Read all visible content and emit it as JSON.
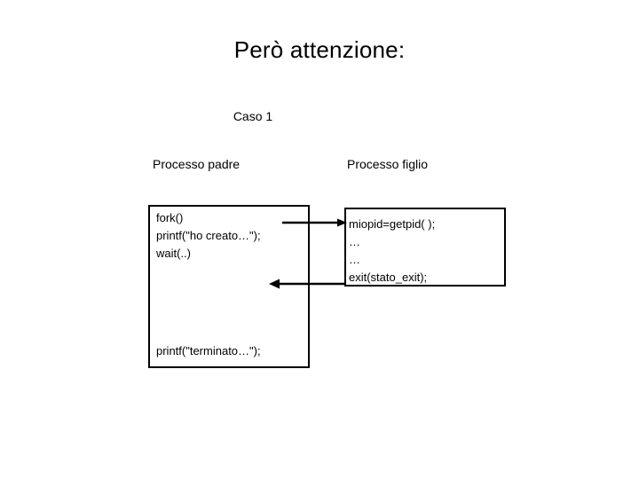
{
  "slide": {
    "title": "Però attenzione:",
    "case_label": "Caso 1",
    "background_color": "#ffffff",
    "text_color": "#000000"
  },
  "columns": {
    "parent_header": "Processo padre",
    "child_header": "Processo figlio"
  },
  "parent_process": {
    "code_lines": [
      "fork()",
      "printf(\"ho creato…\");",
      "wait(..)"
    ],
    "tail_line": "printf(\"terminato…\");"
  },
  "child_process": {
    "code_lines": [
      "miopid=getpid( );",
      "…",
      "…",
      "exit(stato_exit);"
    ]
  },
  "arrows": [
    {
      "name": "fork-to-child-arrow",
      "direction": "right",
      "from": "parent fork()",
      "to": "child miopid=getpid( );"
    },
    {
      "name": "child-exit-to-parent-arrow",
      "direction": "left",
      "from": "child exit(stato_exit);",
      "to": "parent wait(..)"
    }
  ]
}
